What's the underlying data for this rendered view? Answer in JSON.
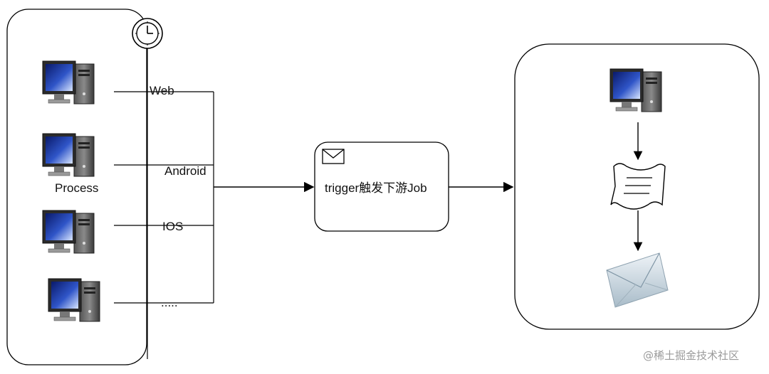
{
  "left_group": {
    "process_label": "Process",
    "channels": [
      "Web",
      "Android",
      "IOS",
      "....."
    ]
  },
  "trigger_box": {
    "label": "trigger触发下游Job",
    "icon": "envelope-icon"
  },
  "right_group": {
    "icons": [
      "computer-icon",
      "document-icon",
      "mail-icon"
    ]
  },
  "watermark": "@稀土掘金技术社区"
}
